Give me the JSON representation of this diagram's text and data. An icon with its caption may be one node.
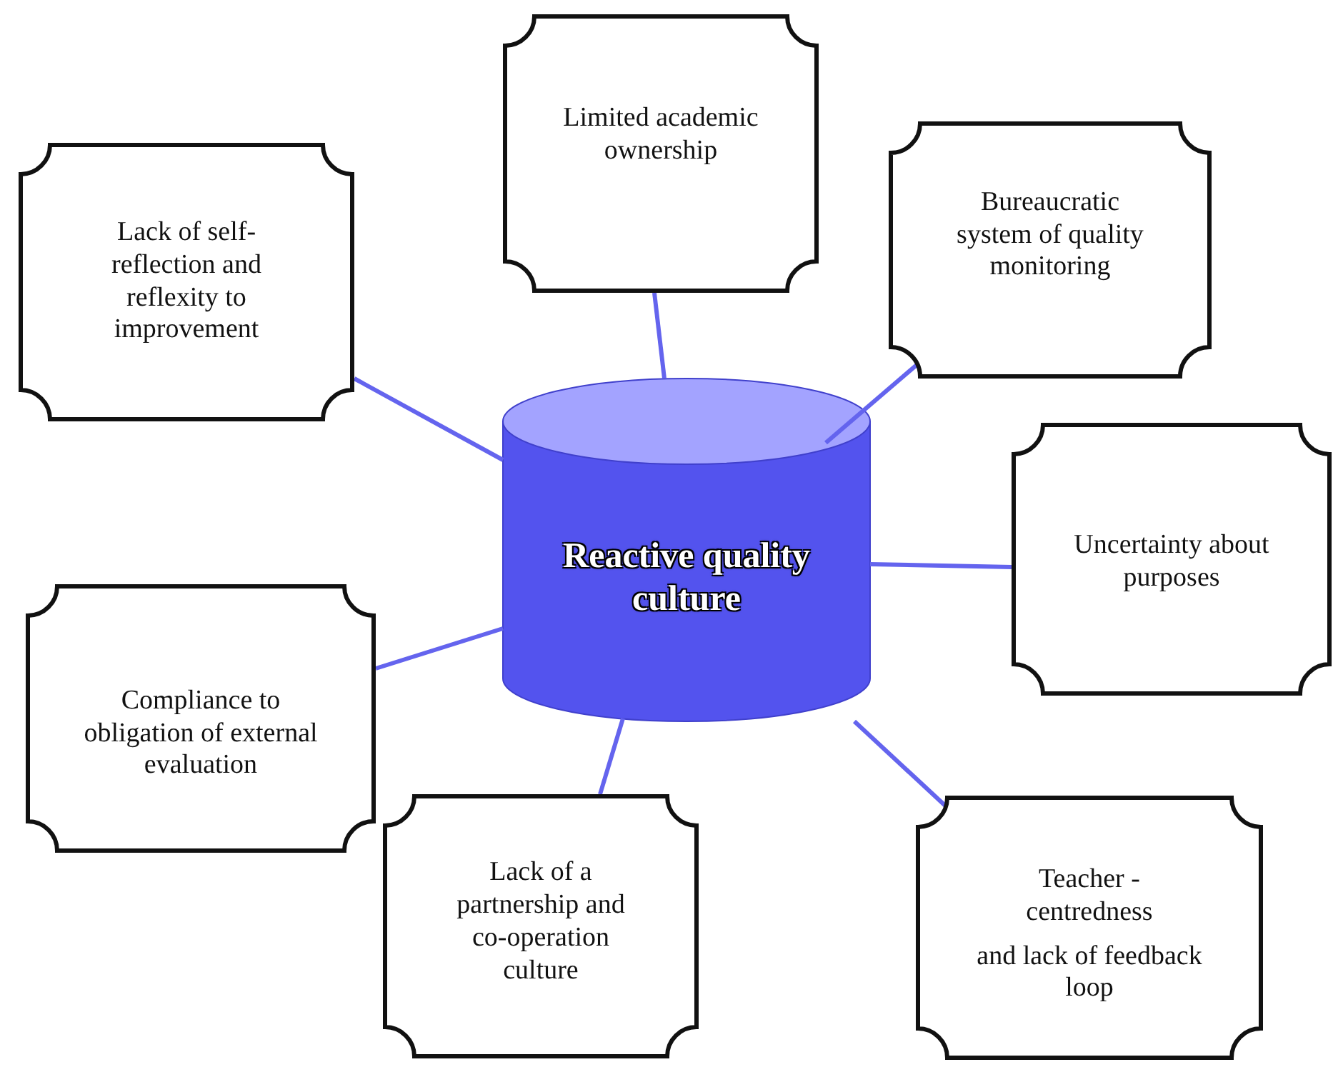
{
  "diagram": {
    "nodes": [
      {
        "text": [
          "Reactive quality culture"
        ]
      },
      {
        "text": [
          "Limited academic ownership"
        ]
      },
      {
        "text": [
          "Lack of self-reflection and reflexity to improvement"
        ]
      },
      {
        "text": [
          "Bureaucratic system of quality monitoring"
        ]
      },
      {
        "text": [
          "Uncertainty about purposes"
        ]
      },
      {
        "text": [
          "Compliance to obligation of external evaluation"
        ]
      },
      {
        "text": [
          "Lack of a partnership and co-operation culture"
        ]
      },
      {
        "text": [
          "Teacher - centredness",
          "and lack of feedback loop"
        ]
      }
    ],
    "edges": [
      {
        "from": 0,
        "to": 1,
        "arrow": "none"
      },
      {
        "from": 0,
        "to": 2,
        "arrow": "none"
      },
      {
        "from": 0,
        "to": 3,
        "arrow": "none"
      },
      {
        "from": 0,
        "to": 4,
        "arrow": "none"
      },
      {
        "from": 0,
        "to": 5,
        "arrow": "none"
      },
      {
        "from": 0,
        "to": 6,
        "arrow": "none"
      },
      {
        "from": 0,
        "to": 7,
        "arrow": "none"
      }
    ]
  }
}
